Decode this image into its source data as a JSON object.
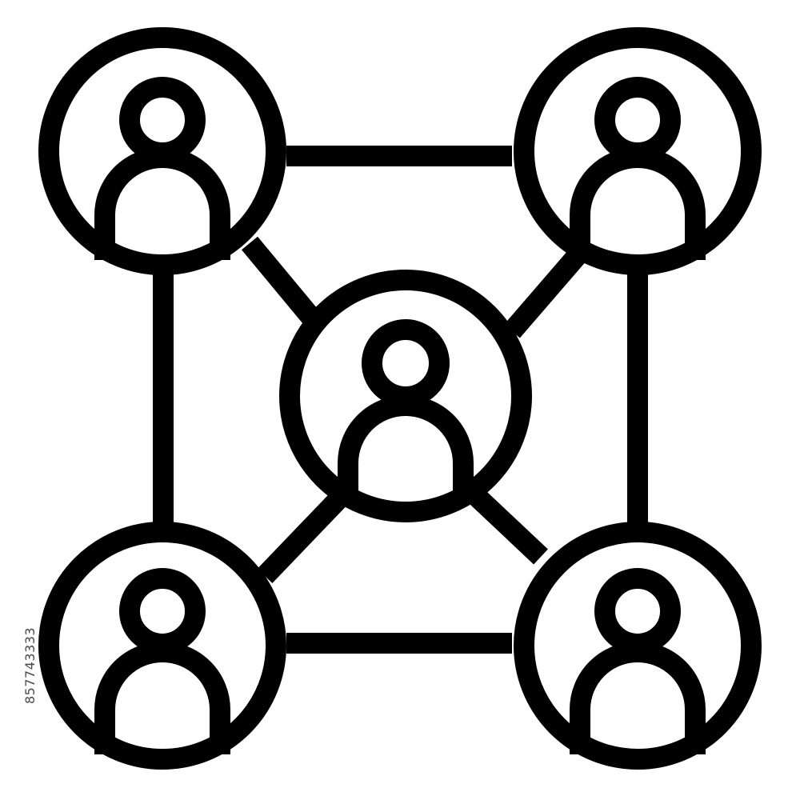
{
  "icon": {
    "name": "people-network-icon",
    "stroke_color": "#000000",
    "background_color": "#ffffff",
    "nodes": [
      "top-left",
      "top-right",
      "center",
      "bottom-left",
      "bottom-right"
    ],
    "node_glyph": "person-icon"
  },
  "watermark": {
    "id_text": "857743333",
    "color": "#4a4a4a"
  }
}
